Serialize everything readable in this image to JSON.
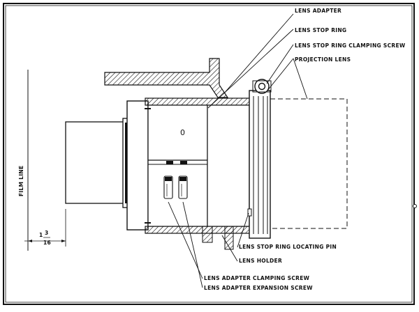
{
  "diagram": {
    "labels": {
      "lens_adapter": "LENS ADAPTER",
      "lens_stop_ring": "LENS STOP RING",
      "lens_stop_ring_clamping_screw": "LENS STOP RING CLAMPING SCREW",
      "projection_lens": "PROJECTION LENS",
      "lens_stop_ring_locating_pin": "LENS STOP RING LOCATING PIN",
      "lens_holder": "LENS HOLDER",
      "lens_adapter_clamping_screw": "LENS ADAPTER CLAMPING SCREW",
      "lens_adapter_expansion_screw": "LENS ADAPTER EXPANSION SCREW",
      "film_line": "FILM LINE",
      "part_number": "0",
      "dim_whole": "1",
      "dim_num": "3",
      "dim_den": "16"
    }
  }
}
